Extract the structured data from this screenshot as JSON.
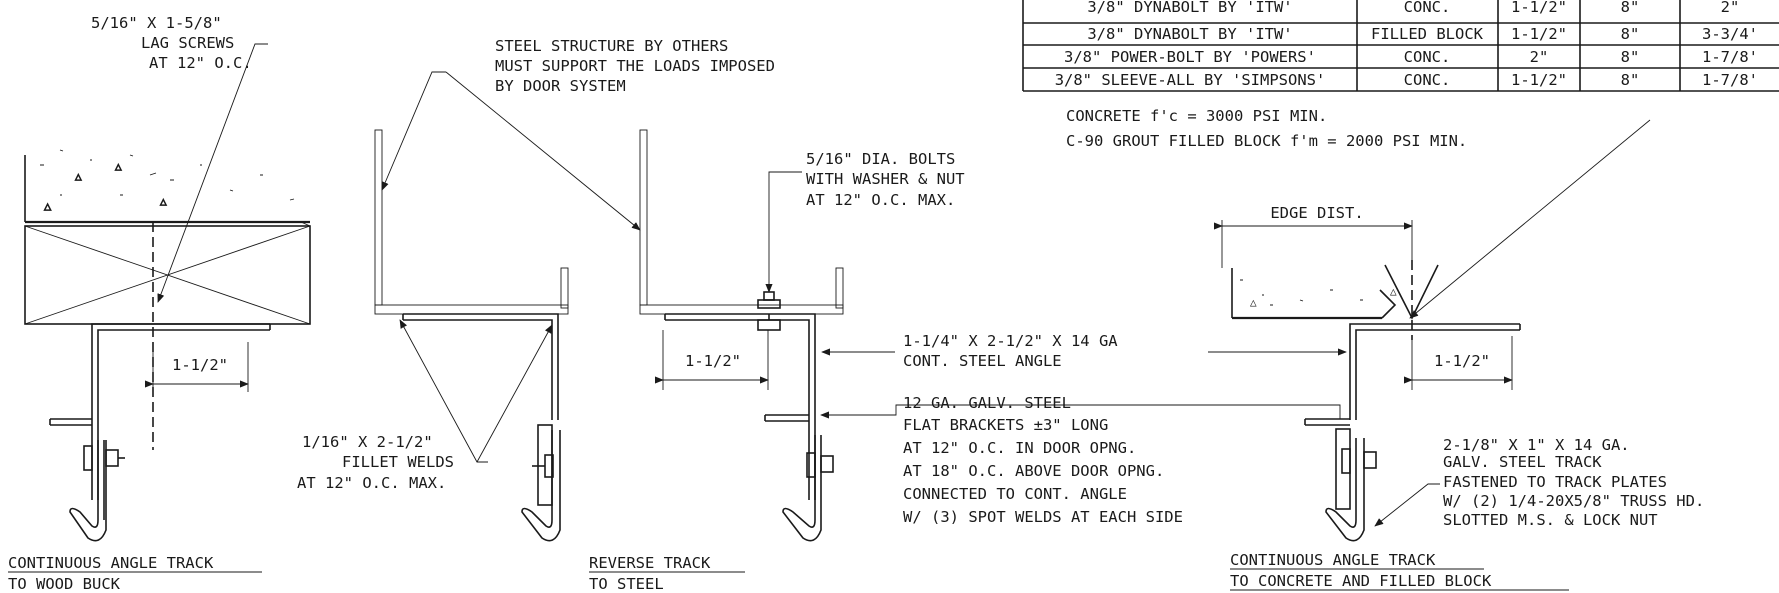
{
  "table": {
    "rows": [
      [
        "3/8\" DYNABOLT BY 'ITW'",
        "CONC.",
        "1-1/2\"",
        "8\"",
        "2\""
      ],
      [
        "3/8\" DYNABOLT BY 'ITW'",
        "FILLED BLOCK",
        "1-1/2\"",
        "8\"",
        "3-3/4'"
      ],
      [
        "3/8\" POWER-BOLT BY 'POWERS'",
        "CONC.",
        "2\"",
        "8\"",
        "1-7/8'"
      ],
      [
        "3/8\" SLEEVE-ALL BY 'SIMPSONS'",
        "CONC.",
        "1-1/2\"",
        "8\"",
        "1-7/8'"
      ]
    ]
  },
  "notes": {
    "concrete": "CONCRETE f'c = 3000 PSI MIN.",
    "grout": "C-90 GROUT FILLED BLOCK f'm = 2000 PSI MIN."
  },
  "labels": {
    "lag_screws": [
      "5/16\" X 1-5/8\"",
      "LAG SCREWS",
      "AT 12\" O.C."
    ],
    "steel_structure": [
      "STEEL STRUCTURE BY OTHERS",
      "MUST SUPPORT THE LOADS IMPOSED",
      "BY DOOR SYSTEM"
    ],
    "bolts": [
      "5/16\" DIA. BOLTS",
      "WITH WASHER & NUT",
      "AT 12\" O.C. MAX."
    ],
    "edge_dist": "EDGE DIST.",
    "dim_wood": "1-1/2\"",
    "dim_steel": "1-1/2\"",
    "dim_concrete": "1-1/2\"",
    "angle": [
      "1-1/4\" X 2-1/2\" X 14 GA",
      "CONT. STEEL ANGLE"
    ],
    "brackets": [
      "12 GA. GALV. STEEL",
      "FLAT BRACKETS ±3\" LONG",
      "AT 12\" O.C. IN DOOR OPNG.",
      "AT 18\" O.C. ABOVE DOOR OPNG.",
      "CONNECTED TO CONT. ANGLE",
      "W/ (3) SPOT WELDS AT EACH SIDE"
    ],
    "fillet": [
      "1/16\" X 2-1/2\"",
      "FILLET WELDS",
      "AT 12\" O.C. MAX."
    ],
    "track": [
      "2-1/8\" X 1\" X 14 GA.",
      "GALV. STEEL TRACK",
      "FASTENED TO TRACK PLATES",
      "W/ (2) 1/4-20X5/8\" TRUSS HD.",
      "SLOTTED M.S. & LOCK NUT"
    ]
  },
  "titles": {
    "wood": [
      "CONTINUOUS ANGLE TRACK",
      "TO WOOD BUCK"
    ],
    "steel": [
      "REVERSE TRACK",
      "TO STEEL"
    ],
    "concrete": [
      "CONTINUOUS ANGLE TRACK",
      "TO CONCRETE AND FILLED BLOCK"
    ]
  }
}
